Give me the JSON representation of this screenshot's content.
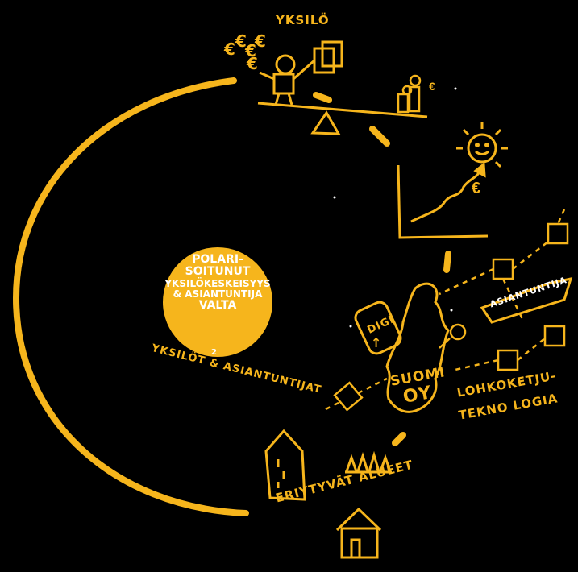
{
  "colors": {
    "background": "#000000",
    "accent": "#f6b51c",
    "white": "#ffffff"
  },
  "center": {
    "line1": "POLARI-",
    "line2": "SOITUNUT",
    "line3": "YKSILÖKESKEISYYS",
    "line4": "& ASIANTUNTIJA",
    "line5": "VALTA",
    "footnote": "2",
    "arc_caption": "YKSILÖT & ASIANTUNTIJAT"
  },
  "labels": {
    "individual": "YKSILÖ",
    "digi": "DIGI",
    "finland_line1": "SUOMI",
    "finland_line2": "OY",
    "expert_banner": "ASIANTUNTIJA",
    "blockchain_line1": "LOHKOKETJU-",
    "blockchain_line2": "TEKNO LOGIA",
    "diverging_regions": "ERIYTYVÄT ALUEET"
  },
  "icons": {
    "euro": "€",
    "arrow_up": "↑"
  }
}
